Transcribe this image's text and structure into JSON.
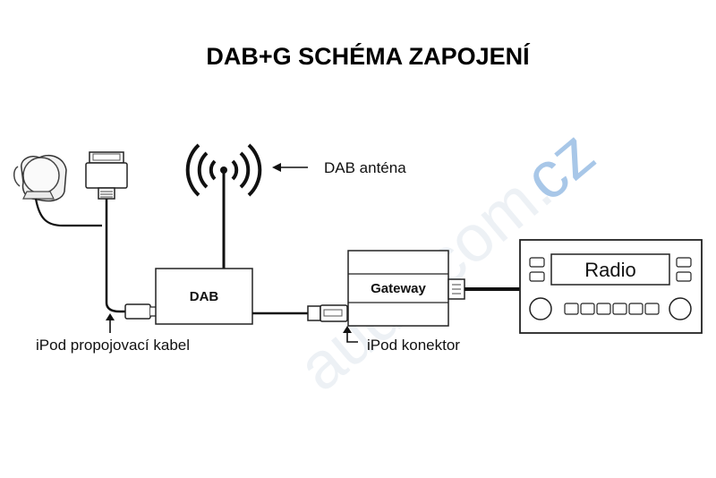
{
  "title": "DAB+G SCHÉMA ZAPOJENÍ",
  "labels": {
    "dab_antenna": "DAB anténa",
    "ipod_cable": "iPod propojovací kabel",
    "ipod_connector": "iPod konektor"
  },
  "boxes": {
    "dab": "DAB",
    "gateway": "Gateway",
    "radio": "Radio"
  },
  "watermark": {
    "main": "audiocom.",
    "suffix": "cz"
  }
}
